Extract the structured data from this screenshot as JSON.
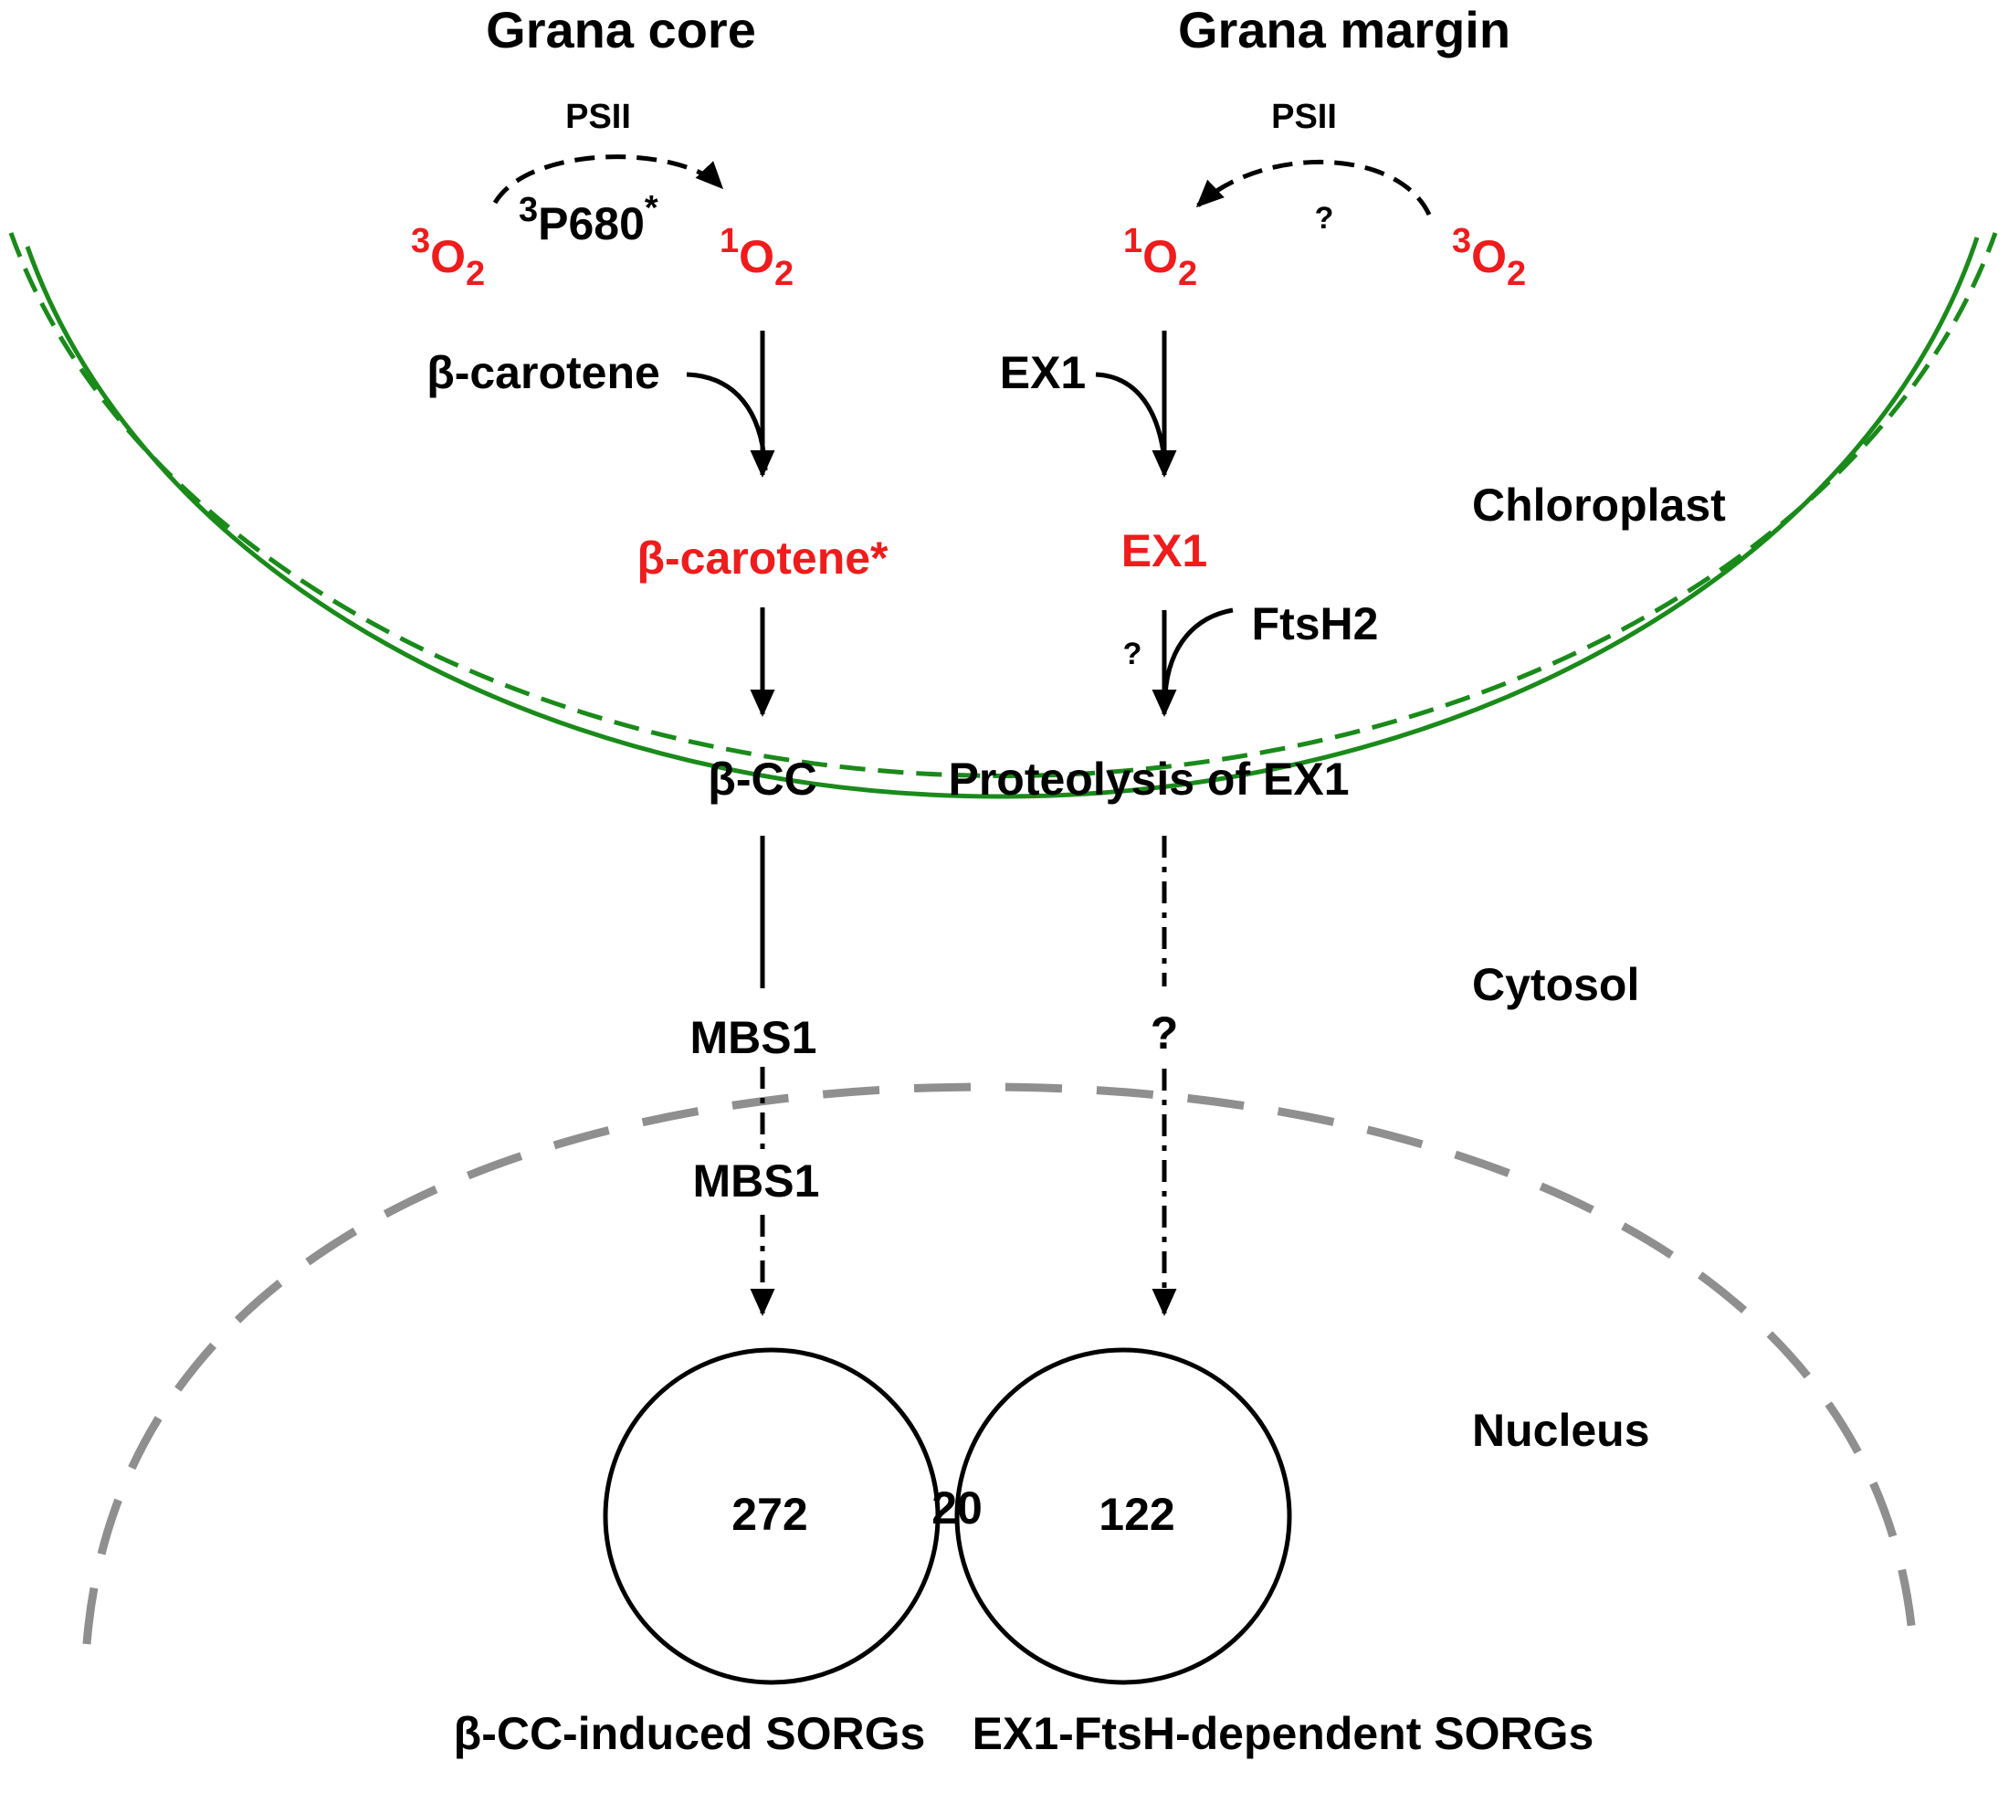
{
  "headers": {
    "grana_core": "Grana core",
    "grana_margin": "Grana margin"
  },
  "colors": {
    "red": "#ee1c1c",
    "green": "#1a8a1a",
    "gray": "#8f8f8f",
    "black": "#000000"
  },
  "core": {
    "psii": "PSII",
    "o2_3_sup": "3",
    "o2_3_base": "O",
    "o2_3_sub": "2",
    "p680_sup": "3",
    "p680_base": "P680",
    "p680_star": "*",
    "o2_1_sup": "1",
    "o2_1_base": "O",
    "o2_1_sub": "2",
    "beta_carotene": "β-carotene",
    "beta_carotene_star": "β-carotene*",
    "beta_cc": "β-CC",
    "mbs1_cytosol": "MBS1",
    "mbs1_nucleus": "MBS1"
  },
  "margin": {
    "psii": "PSII",
    "question": "?",
    "o2_1_sup": "1",
    "o2_1_base": "O",
    "o2_1_sub": "2",
    "o2_3_sup": "3",
    "o2_3_base": "O",
    "o2_3_sub": "2",
    "ex1": "EX1",
    "ex1_red": "EX1",
    "ftsh2": "FtsH2",
    "ftsh_question": "?",
    "proteolysis": "Proteolysis of EX1",
    "cytosol_question": "?"
  },
  "compartments": {
    "chloroplast": "Chloroplast",
    "cytosol": "Cytosol",
    "nucleus": "Nucleus"
  },
  "venn": {
    "left_count": "272",
    "overlap_count": "20",
    "right_count": "122",
    "left_label": "β-CC-induced SORGs",
    "right_label": "EX1-FtsH-dependent SORGs"
  }
}
